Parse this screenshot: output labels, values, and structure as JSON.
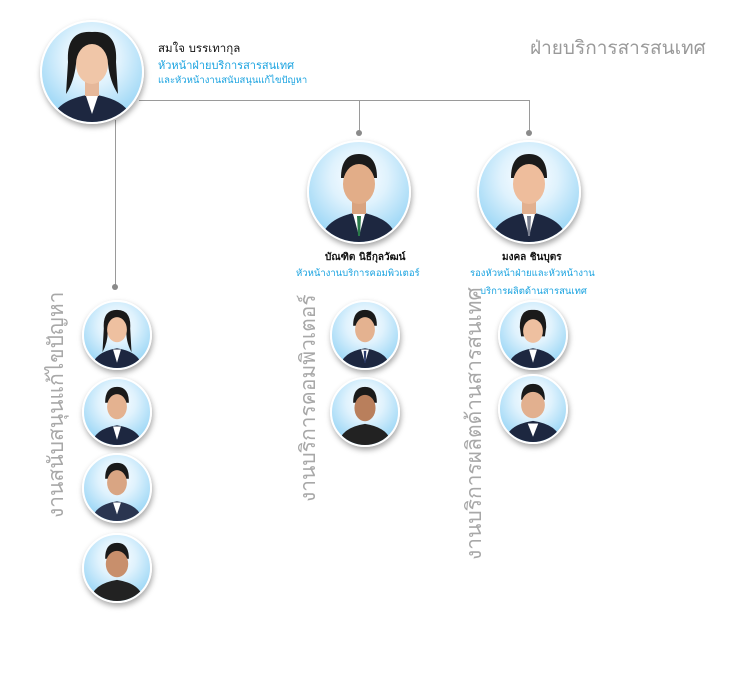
{
  "department": "ฝ่ายบริการสารสนเทศ",
  "head": {
    "name": "สมใจ บรรเทากุล",
    "role": "หัวหน้าฝ่ายบริการสารสนเทศ",
    "role2": "และหัวหน้างานสนับสนุนแก้ไขปัญหา"
  },
  "managers": [
    {
      "name": "บัณฑิต นิธีกุลวัฒน์",
      "role": "หัวหน้างานบริการคอมพิวเตอร์"
    },
    {
      "name": "มงคล ชินบุตร",
      "role": "รองหัวหน้าฝ่ายและหัวหน้างาน",
      "role2": "บริการผลิตด้านสารสนเทศ"
    }
  ],
  "sections": [
    {
      "label": "งานสนับสนุนแก้ไขปัญหา"
    },
    {
      "label": "งานบริการคอมพิวเตอร์"
    },
    {
      "label": "งานบริการผลิตด้านสารสนเทศ"
    }
  ],
  "colors": {
    "accent": "#1aa3e0",
    "line": "#9a9a9a",
    "section_text": "#a8a8a8"
  }
}
